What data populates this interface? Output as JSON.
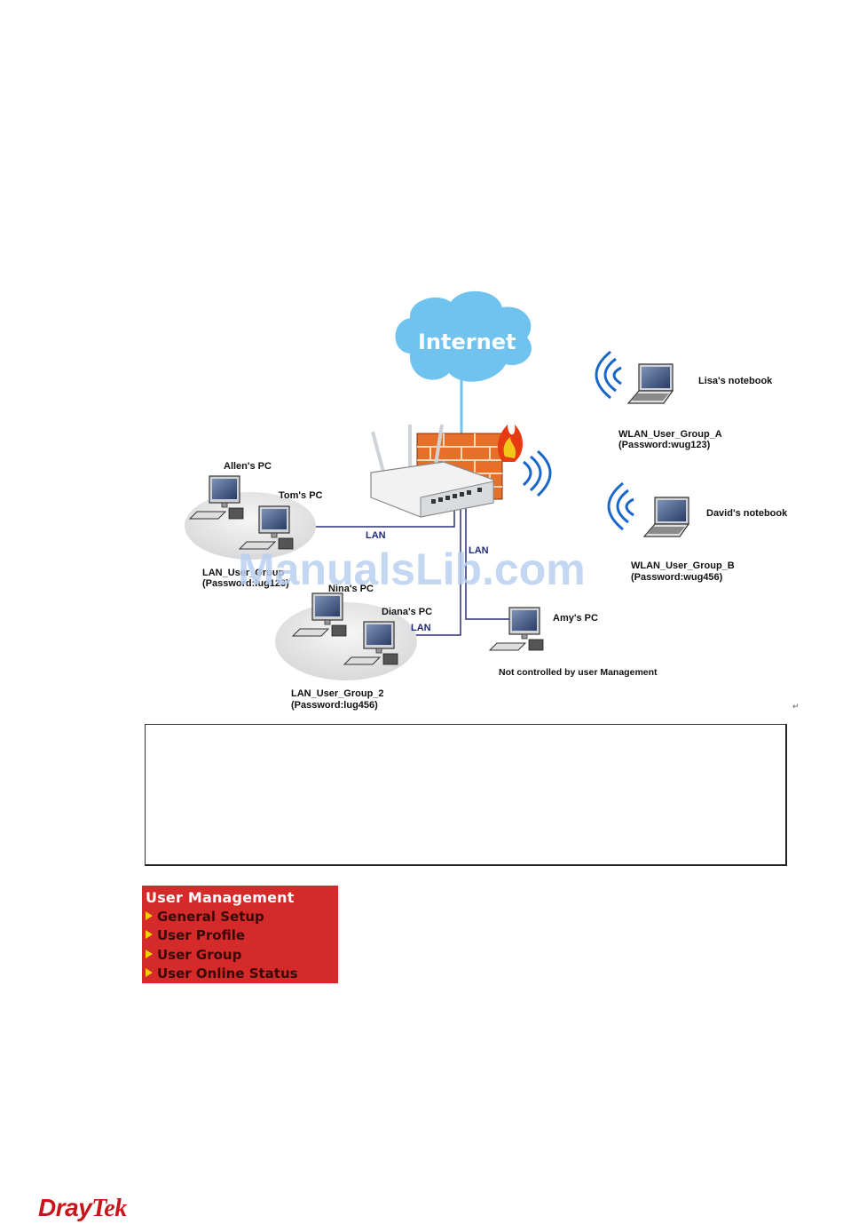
{
  "diagram": {
    "internet": "Internet",
    "pcs": {
      "allen": "Allen's PC",
      "tom": "Tom's PC",
      "nina": "Nina's PC",
      "diana": "Diana's PC",
      "amy": "Amy's PC"
    },
    "notebooks": {
      "lisa": "Lisa's notebook",
      "david": "David's notebook"
    },
    "groups": {
      "lan1_name": "LAN_User_Group",
      "lan1_pwd": "(Password:lug123)",
      "lan2_name": "LAN_User_Group_2",
      "lan2_pwd": "(Password:lug456)",
      "wlan_a_name": "WLAN_User_Group_A",
      "wlan_a_pwd": "(Password:wug123)",
      "wlan_b_name": "WLAN_User_Group_B",
      "wlan_b_pwd": "(Password:wug456)"
    },
    "lan_labels": [
      "LAN",
      "LAN",
      "LAN"
    ],
    "not_controlled": "Not controlled by user Management",
    "watermark": "ManualsLib.com",
    "return_mark": "↵"
  },
  "menu": {
    "title": "User Management",
    "items": [
      "General Setup",
      "User Profile",
      "User Group",
      "User Online Status"
    ]
  },
  "logo": {
    "dray": "Dray",
    "tek": "Tek"
  },
  "colors": {
    "cloud": "#6fc3ee",
    "menu_bg": "#d42a2a",
    "menu_arrow": "#f1d000",
    "logo": "#c8151b",
    "lan_line": "#2b2f7a",
    "wifi": "#1b67c9"
  }
}
